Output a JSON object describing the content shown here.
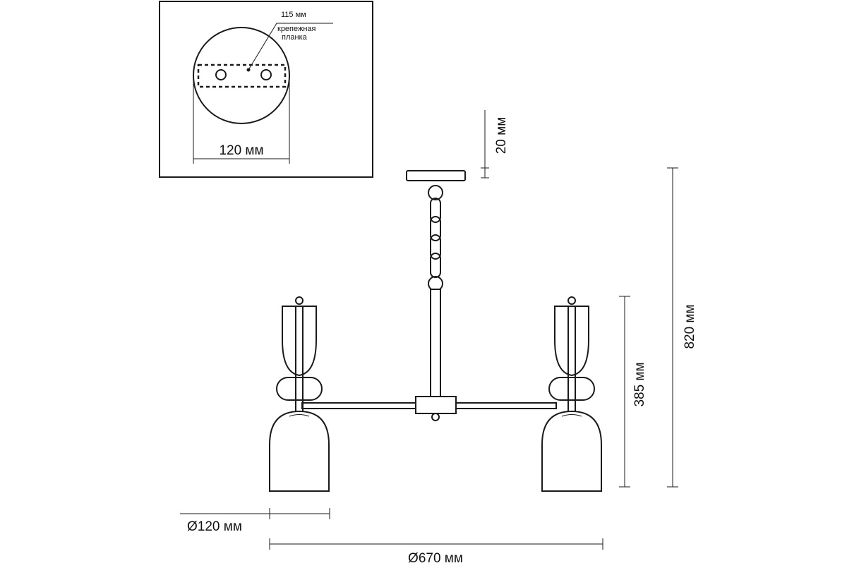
{
  "inset": {
    "bracket_length_label": "115 мм",
    "bracket_name_line1": "крепежная",
    "bracket_name_line2": "планка",
    "canopy_diameter_label": "120 мм"
  },
  "dimensions": {
    "canopy_thickness": "20 мм",
    "total_height": "820 мм",
    "body_height": "385 мм",
    "shade_diameter": "Ø120 мм",
    "overall_diameter": "Ø670 мм"
  }
}
